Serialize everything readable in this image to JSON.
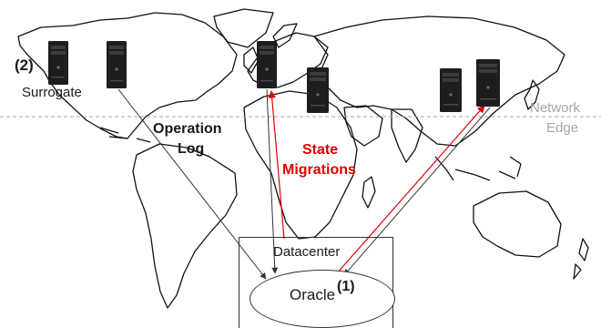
{
  "labels": {
    "surrogate": "Surrogate",
    "marker_surrogate": "(2)",
    "network_edge_line1": "Network",
    "network_edge_line2": "Edge",
    "operation_log_line1": "Operation",
    "operation_log_line2": "Log",
    "state_migrations_line1": "State",
    "state_migrations_line2": "Migrations",
    "datacenter": "Datacenter",
    "oracle": "Oracle",
    "marker_oracle": "(1)"
  },
  "colors": {
    "background": "#ffffff",
    "map_outline": "#111111",
    "edge_text": "#a6a6a6",
    "migration_arrow": "#e00000",
    "oplog_arrow": "#333333",
    "server_body": "#1e1e1e"
  },
  "icons": {
    "server": "tower-server-icon"
  }
}
